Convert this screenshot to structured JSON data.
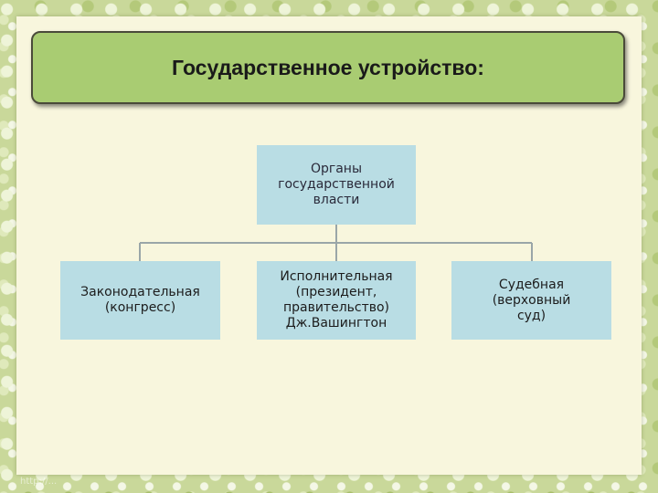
{
  "title": "Государственное устройство:",
  "diagram": {
    "root": "Органы\nгосударственной\nвласти",
    "branches": [
      "Законодательная\n(конгресс)",
      "Исполнительная\n(президент,\nправительство)\nДж.Вашингтон",
      "Судебная\n(верховный\nсуд)"
    ]
  },
  "watermark": "http://..."
}
